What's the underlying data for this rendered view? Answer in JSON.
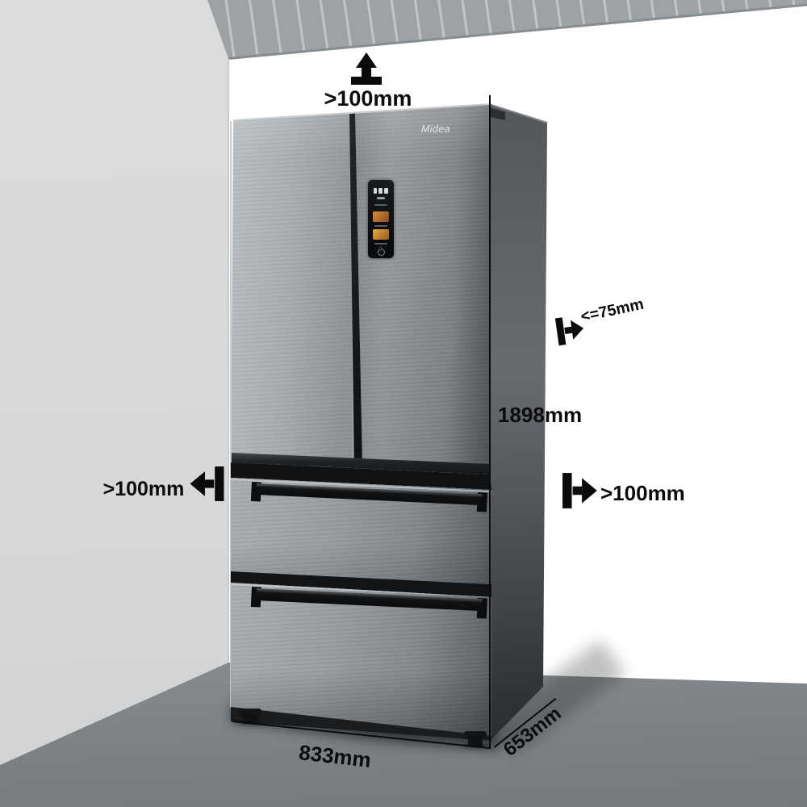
{
  "scene": {
    "brand": "Midea",
    "description": "refrigerator-installation-clearance-diagram",
    "labels": {
      "top_clearance": ">100mm",
      "left_clearance": ">100mm",
      "right_clearance": ">100mm",
      "rear_clearance": "<=75mm",
      "height": "1898mm",
      "width": "833mm",
      "depth": "653mm"
    },
    "icons": [
      "up-clearance-arrow-icon",
      "left-clearance-arrow-icon",
      "right-clearance-arrow-icon",
      "rear-clearance-arrow-icon",
      "power-icon",
      "temperature-display"
    ],
    "colors": {
      "label_text": "#0c0c0c",
      "ceiling": "#9da2a5",
      "ceiling_stripe": "#bcc1c4",
      "left_wall": "#d7d9da",
      "back_wall": "#ffffff",
      "floor": "#7d8387",
      "steel_light": "#a8acaf",
      "steel_dark": "#64686c",
      "fridge_side": "#53575b",
      "handle_black": "#0c0d0e",
      "panel_thumb_orange": "#d98f3a"
    }
  }
}
